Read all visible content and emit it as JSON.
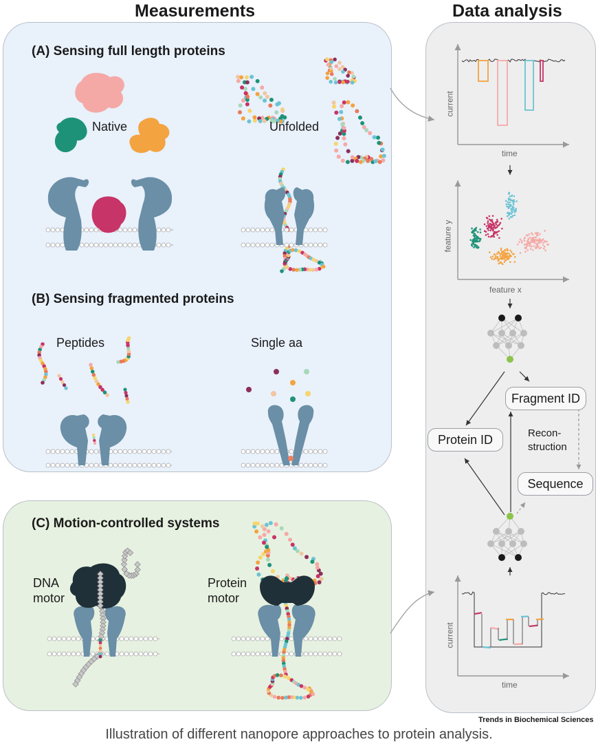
{
  "headers": {
    "measurements": "Measurements",
    "data_analysis": "Data analysis"
  },
  "section_a": {
    "title": "(A) Sensing full length proteins",
    "native": "Native",
    "unfolded": "Unfolded"
  },
  "section_b": {
    "title": "(B) Sensing fragmented proteins",
    "peptides": "Peptides",
    "single_aa": "Single aa"
  },
  "section_c": {
    "title": "(C) Motion-controlled systems",
    "dna_motor": [
      "DNA",
      "motor"
    ],
    "protein_motor": [
      "Protein",
      "motor"
    ]
  },
  "analysis": {
    "current_label": "current",
    "time_label": "time",
    "feature_x": "feature x",
    "feature_y": "feature y",
    "fragment_id": "Fragment ID",
    "protein_id": "Protein ID",
    "reconstruction": [
      "Recon-",
      "struction"
    ],
    "sequence": "Sequence"
  },
  "credit": "Trends in Biochemical Sciences",
  "caption": "Illustration of different nanopore approaches to protein analysis.",
  "colors": {
    "panel_blue": "#e9f1fb",
    "panel_green": "#e7f1e1",
    "panel_grey": "#eeeeee",
    "pore": "#6a8fa6",
    "motor": "#1f3038",
    "pink": "#f5a9a6",
    "teal": "#1e9278",
    "orange": "#f3a340",
    "magenta": "#c73467",
    "cyan": "#6cc3d4",
    "node_green": "#8bc34a"
  }
}
